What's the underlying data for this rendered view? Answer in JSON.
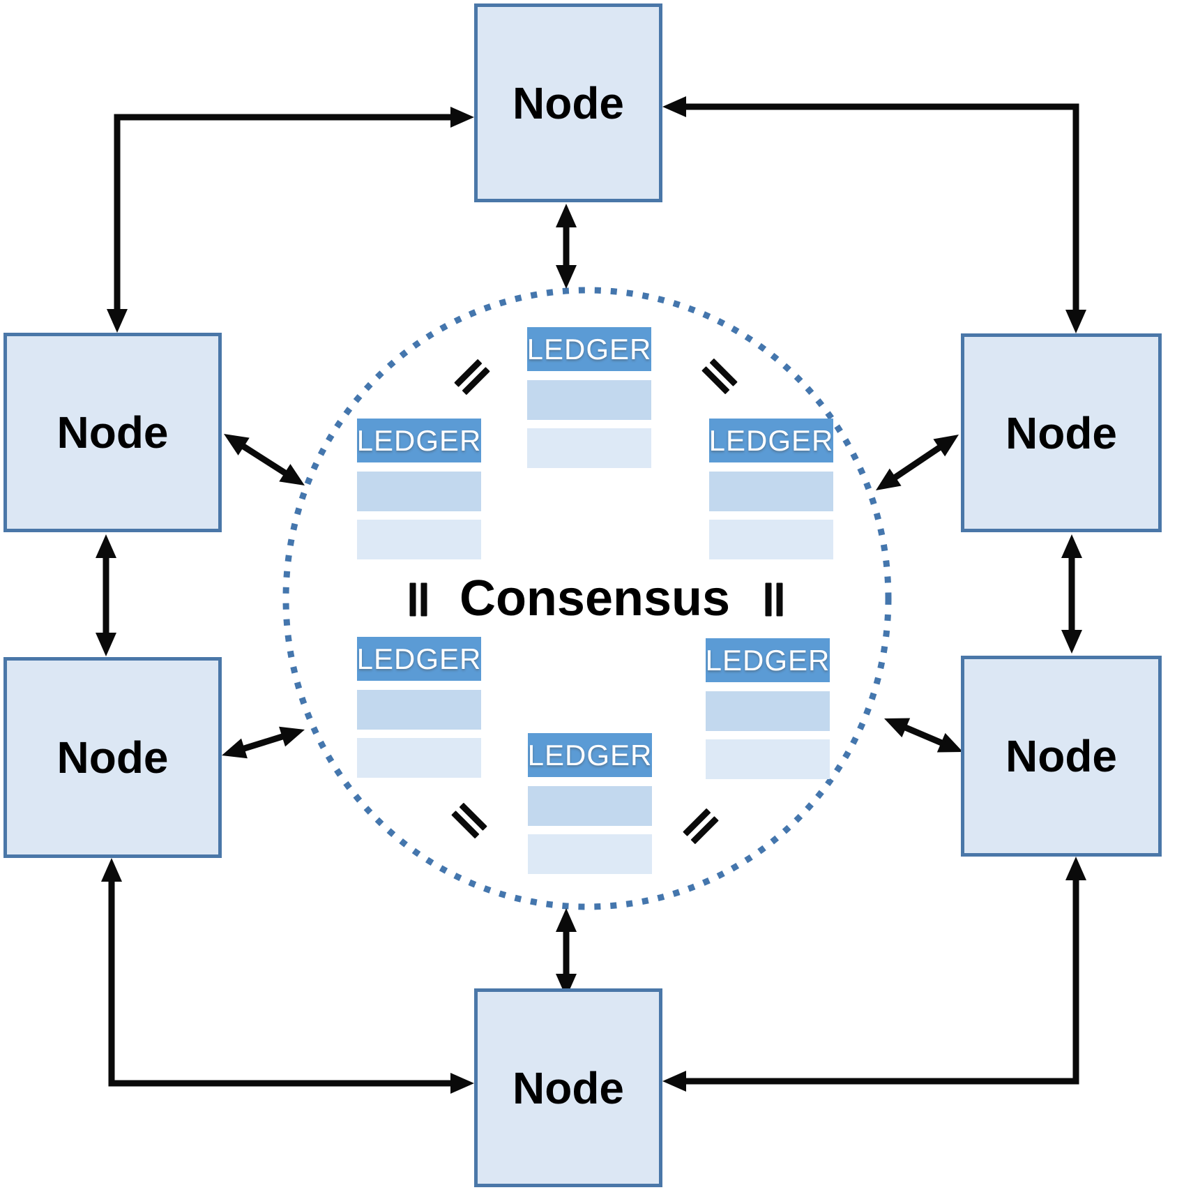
{
  "center": {
    "label": "Consensus"
  },
  "nodes": [
    {
      "id": "top",
      "label": "Node"
    },
    {
      "id": "left-upper",
      "label": "Node"
    },
    {
      "id": "right-upper",
      "label": "Node"
    },
    {
      "id": "left-lower",
      "label": "Node"
    },
    {
      "id": "right-lower",
      "label": "Node"
    },
    {
      "id": "bottom",
      "label": "Node"
    }
  ],
  "ledgers": [
    {
      "id": "top",
      "label": "LEDGER"
    },
    {
      "id": "mid-left",
      "label": "LEDGER"
    },
    {
      "id": "mid-right",
      "label": "LEDGER"
    },
    {
      "id": "bottom-left",
      "label": "LEDGER"
    },
    {
      "id": "bottom-right",
      "label": "LEDGER"
    },
    {
      "id": "bottom-center",
      "label": "LEDGER"
    }
  ],
  "colors": {
    "node-fill": "#dce7f4",
    "node-border": "#4a77a8",
    "ledger-header-bg": "#5b9bd5",
    "ledger-row1-bg": "#c2d8ee",
    "ledger-row2-bg": "#dde9f6",
    "circle-dot": "#4476ad",
    "arrow": "#0a0a0a",
    "text": "#000000",
    "ledger-text": "#ffffff",
    "background": "#ffffff"
  }
}
